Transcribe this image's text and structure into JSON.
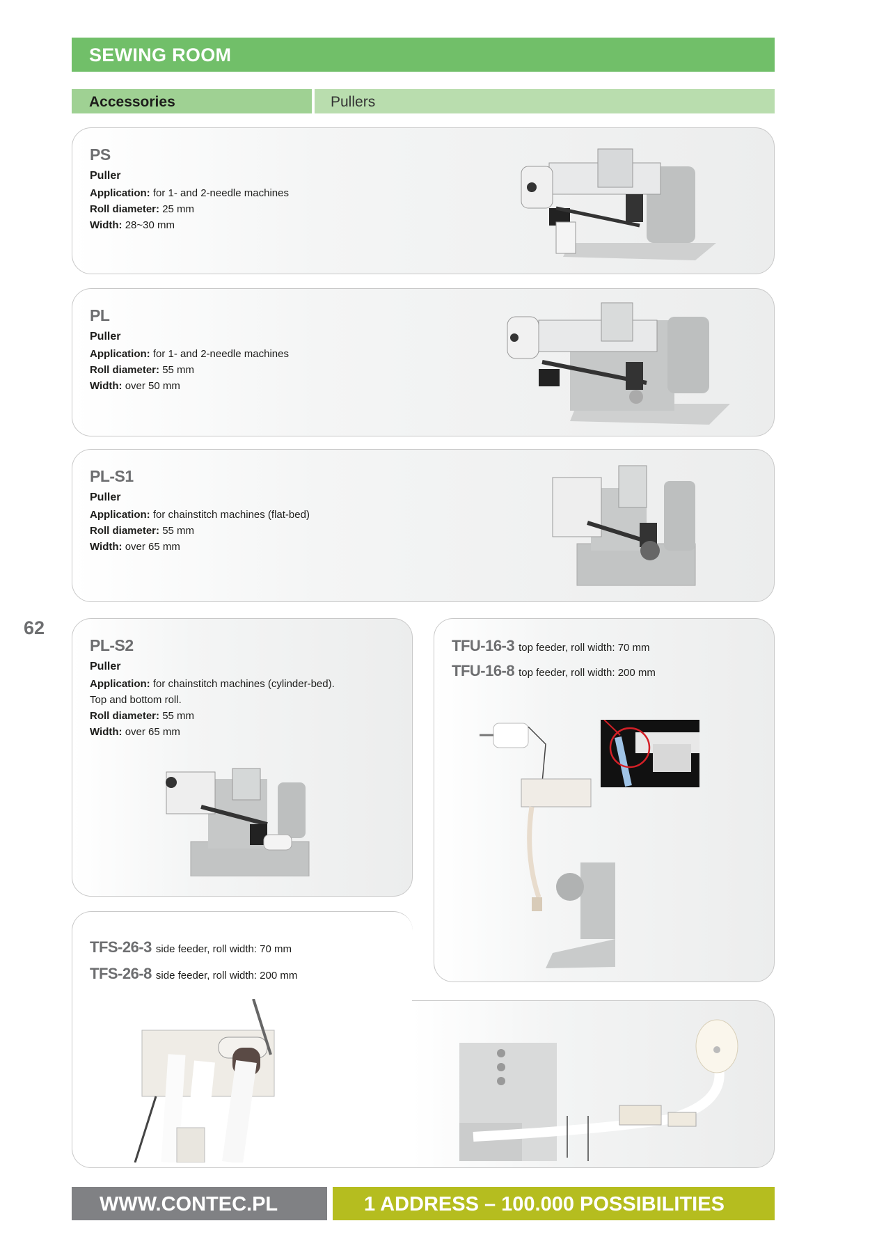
{
  "header": {
    "section_title": "SEWING ROOM",
    "category": "Accessories",
    "subcategory": "Pullers"
  },
  "page_number": "62",
  "products": [
    {
      "model": "PS",
      "type": "Puller",
      "application_label": "Application:",
      "application": "for 1- and 2-needle machines",
      "roll_diameter_label": "Roll diameter:",
      "roll_diameter": "25 mm",
      "width_label": "Width:",
      "width": "28~30 mm",
      "image": "puller-on-flatbed-machine"
    },
    {
      "model": "PL",
      "type": "Puller",
      "application_label": "Application:",
      "application": "for 1- and 2-needle machines",
      "roll_diameter_label": "Roll diameter:",
      "roll_diameter": "55 mm",
      "width_label": "Width:",
      "width": "over 50 mm",
      "image": "puller-on-flatbed-machine"
    },
    {
      "model": "PL-S1",
      "type": "Puller",
      "application_label": "Application:",
      "application": "for chainstitch machines (flat-bed)",
      "roll_diameter_label": "Roll diameter:",
      "roll_diameter": "55 mm",
      "width_label": "Width:",
      "width": "over 65 mm",
      "image": "puller-on-chainstitch-machine"
    },
    {
      "model": "PL-S2",
      "type": "Puller",
      "application_label": "Application:",
      "application": "for chainstitch machines (cylinder-bed).",
      "application_extra": "Top and bottom roll.",
      "roll_diameter_label": "Roll diameter:",
      "roll_diameter": "55 mm",
      "width_label": "Width:",
      "width": "over 65 mm",
      "image": "puller-on-cylinder-bed-machine"
    }
  ],
  "top_feeders": [
    {
      "model": "TFU-16-3",
      "description": "top feeder, roll width: 70 mm"
    },
    {
      "model": "TFU-16-8",
      "description": "top feeder, roll width: 200 mm"
    }
  ],
  "side_feeders": [
    {
      "model": "TFS-26-3",
      "description": "side feeder, roll width: 70 mm"
    },
    {
      "model": "TFS-26-8",
      "description": "side feeder, roll width: 200 mm"
    }
  ],
  "footer": {
    "website": "WWW.CONTEC.PL",
    "slogan": "1 ADDRESS – 100.000 POSSIBILITIES"
  },
  "colors": {
    "header_green": "#71bf69",
    "accessories_green": "#9fd193",
    "pullers_green": "#b9ddae",
    "model_gray": "#6d6e70",
    "footer_gray": "#808184",
    "footer_olive": "#b5bd1f"
  }
}
